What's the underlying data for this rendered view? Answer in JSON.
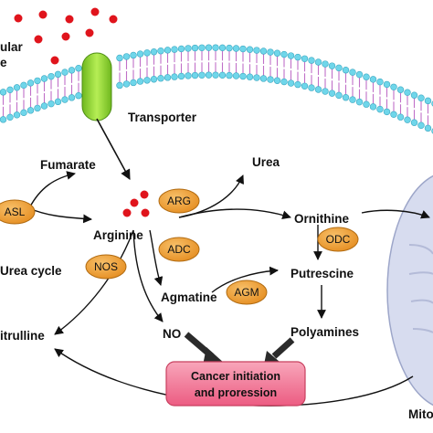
{
  "membrane": {
    "extracellular_label_line1": "ular",
    "extracellular_label_line2": "e",
    "transporter_label": "Transporter"
  },
  "metabolites": {
    "fumarate": "Fumarate",
    "urea": "Urea",
    "arginine": "Arginine",
    "ornithine": "Ornithine",
    "urea_cycle": "Urea cycle",
    "agmatine": "Agmatine",
    "putrescine": "Putrescine",
    "citrulline": "itrulline",
    "no": "NO",
    "polyamines": "Polyamines",
    "mitochondrion": "Mito"
  },
  "enzymes": {
    "asl": "ASL",
    "arg": "ARG",
    "adc": "ADC",
    "nos": "NOS",
    "odc": "ODC",
    "agm": "AGM"
  },
  "outcome": {
    "line1": "Cancer initiation",
    "line2": "and proression"
  },
  "colors": {
    "enzyme_fill": "#F0A33A",
    "dot_red": "#E0141C",
    "transporter_green": "#8CD42A",
    "membrane_head": "#6FD6EA",
    "membrane_tail": "#C070C8",
    "mito_fill": "#D7DCEF",
    "outcome_fill": "#F27A98"
  }
}
